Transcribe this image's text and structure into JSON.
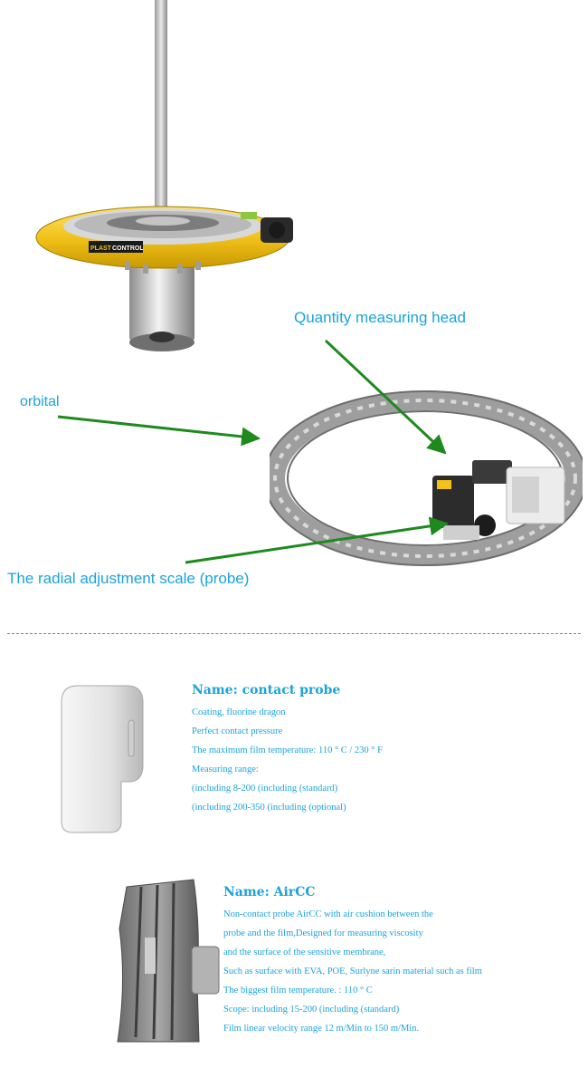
{
  "callouts": {
    "measuring_head": "Quantity measuring head",
    "orbital": "orbital",
    "radial_scale": "The radial adjustment scale (probe)"
  },
  "logo": {
    "text_left": "PLAST",
    "text_right": "CONTROL"
  },
  "products": [
    {
      "title": "Name: contact probe",
      "lines": [
        "Coating, fluorine dragon",
        "Perfect contact pressure",
        "The maximum film temperature: 110 °  C / 230 °  F",
        "Measuring range:",
        "(including 8-200 (including (standard)",
        "(including 200-350 (including (optional)"
      ]
    },
    {
      "title": "Name: AirCC",
      "lines": [
        "Non-contact probe AirCC with air cushion between the",
        "probe and the film,Designed for measuring viscosity",
        "and the surface of the sensitive membrane,",
        "Such as surface with EVA, POE, Surlyne sarin material such as film",
        "The biggest film temperature. : 110 °  C",
        "Scope: including 15-200 (including (standard)",
        "Film linear velocity range 12 m/Min to 150 m/Min."
      ]
    }
  ],
  "colors": {
    "label_blue": "#1aa3dc",
    "arrow_green": "#1e8a1e",
    "ring_yellow": "#f2c21b"
  }
}
